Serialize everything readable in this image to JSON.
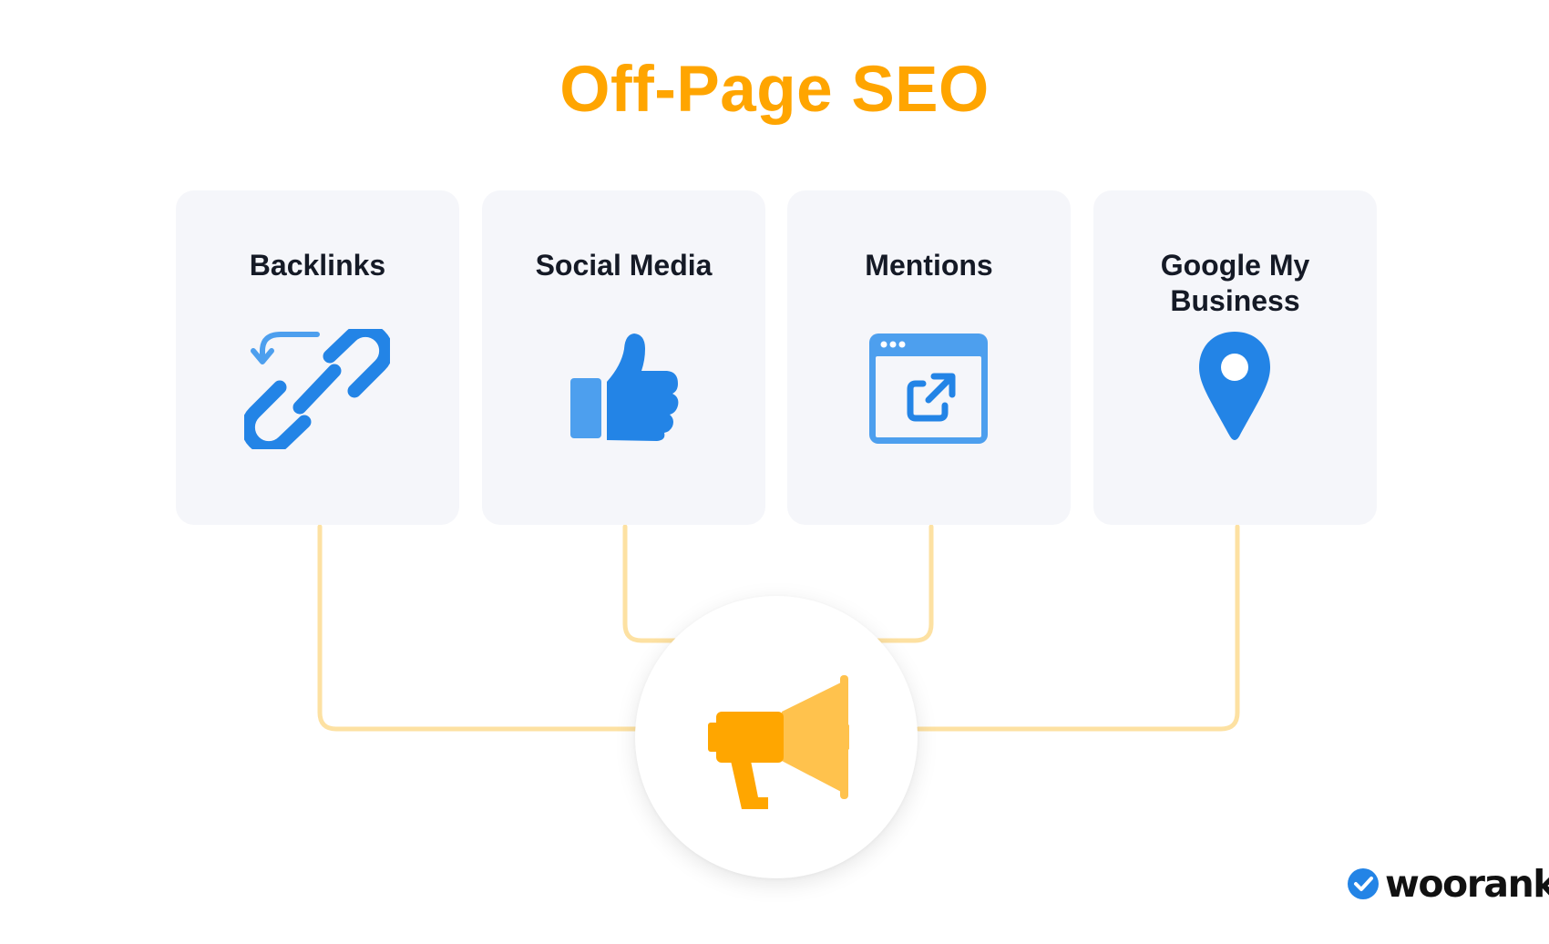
{
  "title": "Off-Page SEO",
  "cards": [
    {
      "label": "Backlinks",
      "icon": "link-icon"
    },
    {
      "label": "Social Media",
      "icon": "thumbs-up-icon"
    },
    {
      "label": "Mentions",
      "icon": "browser-external-link-icon"
    },
    {
      "label_line1": "Google My",
      "label_line2": "Business",
      "icon": "map-pin-icon"
    }
  ],
  "hub": {
    "icon": "megaphone-icon"
  },
  "brand": {
    "name": "woorank",
    "icon": "checkmark-badge-icon"
  },
  "colors": {
    "title": "#ffa500",
    "card_background": "#f5f6fa",
    "icon_blue": "#2384e6",
    "icon_blue_light": "#4d9fee",
    "connector": "#fde1a2",
    "megaphone_dark": "#ffa600",
    "megaphone_light": "#ffc24d"
  }
}
